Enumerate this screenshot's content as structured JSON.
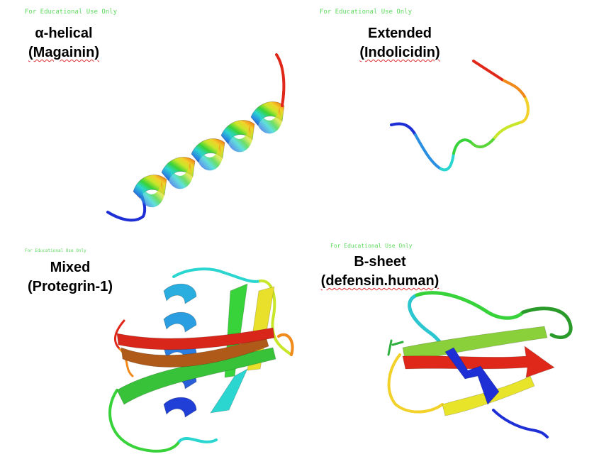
{
  "watermarks": [
    "For Educational Use Only",
    "For Educational Use Only",
    "For Educational Use Only",
    "For Educational Use Only"
  ],
  "panels": [
    {
      "title_line1": "α-helical",
      "title_line2": "(Magainin)"
    },
    {
      "title_line1": "Extended",
      "title_line2": "(Indolicidin)"
    },
    {
      "title_line1": "Mixed",
      "title_line2": "(Protegrin-1)"
    },
    {
      "title_line1": "B-sheet",
      "title_line2": "(defensin.human)"
    }
  ],
  "colors": {
    "watermark": "#5dd85d",
    "spellcheck_underline": "#e03030",
    "rainbow": [
      "#1f2fd6",
      "#2a8fe0",
      "#2bd6d0",
      "#38d23a",
      "#c8e62a",
      "#f2d22a",
      "#f08a1a",
      "#e0281a"
    ]
  }
}
